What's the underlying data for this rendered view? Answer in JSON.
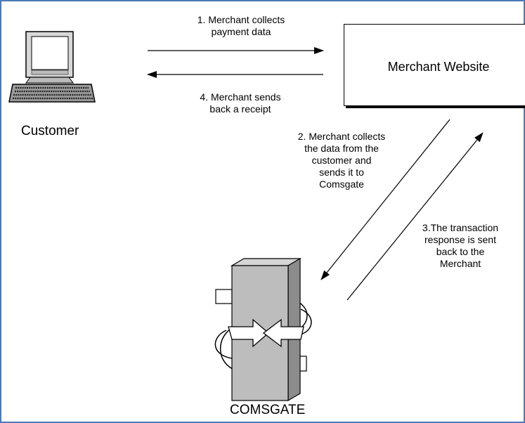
{
  "nodes": {
    "customer": "Customer",
    "merchant_website": "Merchant Website",
    "comsgate": "COMSGATE"
  },
  "steps": {
    "step1": "1. Merchant collects\npayment data",
    "step2": "2. Merchant collects\nthe data from the\ncustomer and\nsends it to\nComsgate",
    "step3": "3.The transaction\nresponse is sent\nback to the\nMerchant",
    "step4": "4. Merchant sends\nback a receipt"
  },
  "colors": {
    "frame": "#4a7ab8",
    "server_body": "#bdbdbd",
    "server_top": "#d6d6d6",
    "server_side": "#8c8c8c"
  },
  "icons": [
    "computer-icon",
    "server-icon"
  ]
}
